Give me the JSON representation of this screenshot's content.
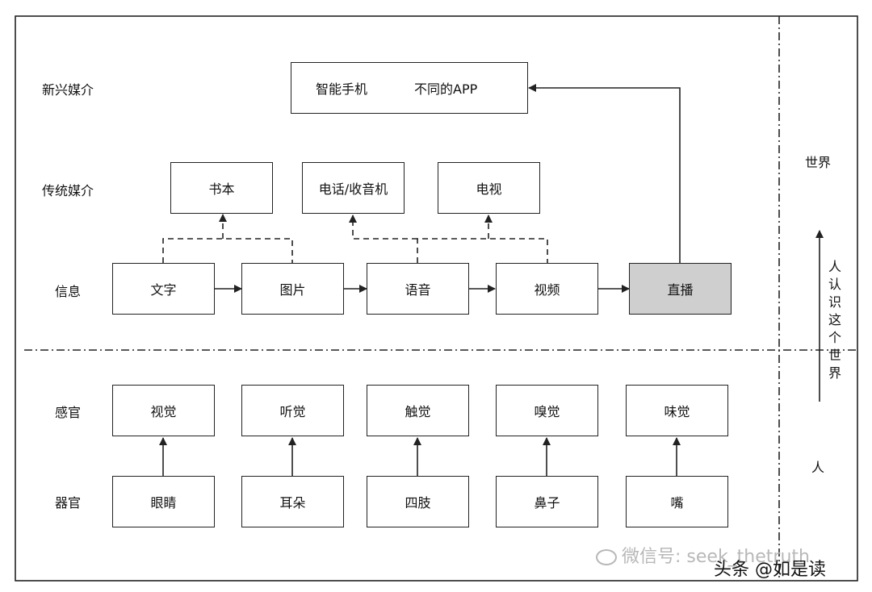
{
  "row_labels": {
    "emerging_media": "新兴媒介",
    "traditional_media": "传统媒介",
    "information": "信息",
    "senses": "感官",
    "organs": "器官"
  },
  "emerging": {
    "phone": "智能手机",
    "app": "不同的APP"
  },
  "traditional": {
    "book": "书本",
    "phone_radio": "电话/收音机",
    "tv": "电视"
  },
  "information": {
    "text": "文字",
    "image": "图片",
    "voice": "语音",
    "video": "视频",
    "live": "直播"
  },
  "senses": {
    "sight": "视觉",
    "hearing": "听觉",
    "touch": "触觉",
    "smell": "嗅觉",
    "taste": "味觉"
  },
  "organs": {
    "eyes": "眼睛",
    "ears": "耳朵",
    "limbs": "四肢",
    "nose": "鼻子",
    "mouth": "嘴"
  },
  "side": {
    "world": "世界",
    "person": "人",
    "understand_chars": [
      "人",
      "认",
      "识",
      "这",
      "个",
      "世",
      "界"
    ]
  },
  "watermark": {
    "wechat": "微信号: seek_thetruth",
    "toutiao": "头条 @如是读"
  },
  "colors": {
    "highlight_fill": "#cfcfcf",
    "line": "#222222"
  }
}
